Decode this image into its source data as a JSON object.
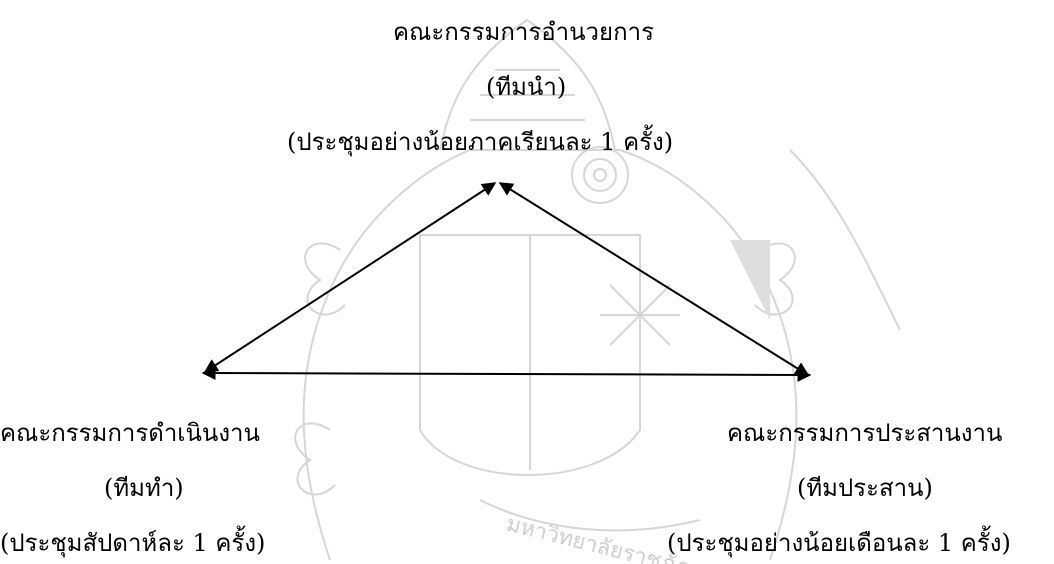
{
  "diagram": {
    "top_node": {
      "name": "คณะกรรมการอำนวยการ",
      "team": "(ทีมนำ)",
      "meeting": "(ประชุมอย่างน้อยภาคเรียนละ 1 ครั้ง)"
    },
    "left_node": {
      "name": "คณะกรรมการดำเนินงาน",
      "team": "(ทีมทำ)",
      "meeting": "(ประชุมสัปดาห์ละ 1 ครั้ง)"
    },
    "right_node": {
      "name": "คณะกรรมการประสานงาน",
      "team": "(ทีมประสาน)",
      "meeting": "(ประชุมอย่างน้อยเดือนละ 1 ครั้ง)"
    },
    "edges": [
      {
        "from": "top_node",
        "to": "left_node",
        "direction": "both"
      },
      {
        "from": "top_node",
        "to": "right_node",
        "direction": "both"
      },
      {
        "from": "left_node",
        "to": "right_node",
        "direction": "both"
      }
    ],
    "colors": {
      "text": "#000000",
      "arrow": "#000000",
      "watermark": "#d6d6d6"
    },
    "watermark_text": "มหาวิทยาลัยราชภัฏ"
  }
}
